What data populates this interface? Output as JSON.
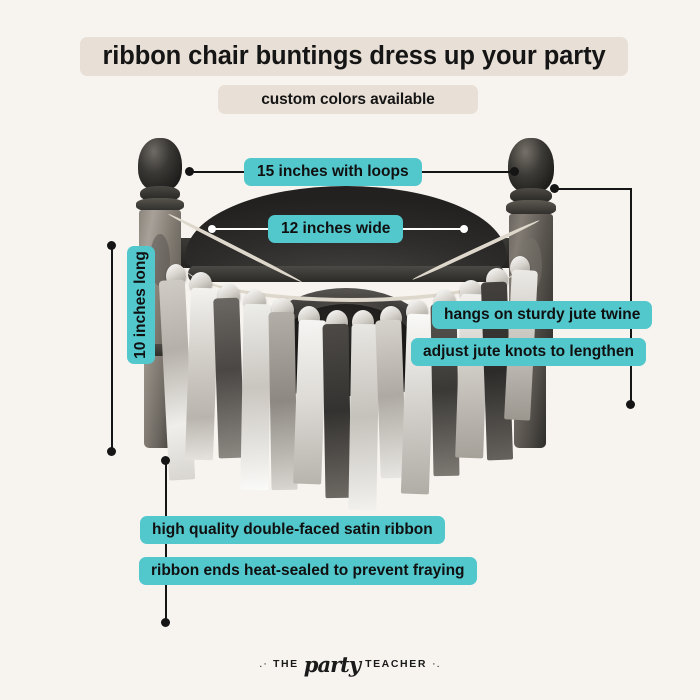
{
  "page": {
    "background_color": "#f7f4f0",
    "accent_color": "#52c7cc",
    "pill_color": "#e8e0d6",
    "line_color": "#151515"
  },
  "header": {
    "title": "ribbon chair buntings dress up your party",
    "subtitle": "custom colors available"
  },
  "callouts": {
    "length_with_loops": "15 inches with loops",
    "width": "12 inches wide",
    "long": "10 inches long",
    "twine": "hangs on sturdy jute twine",
    "knots": "adjust jute knots to lengthen",
    "satin": "high quality double-faced satin ribbon",
    "heat_sealed": "ribbon ends heat-sealed to prevent fraying"
  },
  "photo": {
    "alt": "chair back with ribbon bunting tied on jute twine"
  },
  "footer": {
    "dots_left": ".·",
    "the": "THE",
    "party": "party",
    "teacher": "TEACHER",
    "dots_right": "·."
  }
}
